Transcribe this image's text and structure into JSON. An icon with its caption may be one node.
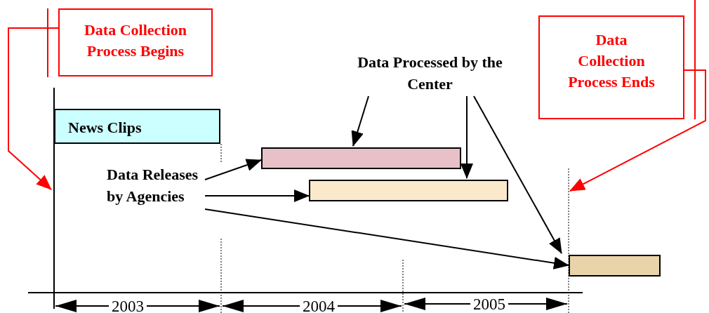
{
  "diagram": {
    "nodes": [
      {
        "text": [
          "Data Collection Process Begins"
        ]
      },
      {
        "text": [
          "Data Collection Process Ends"
        ]
      },
      {
        "text": [
          "News Clips"
        ]
      },
      {
        "text": [
          "Data Releases by Agencies"
        ]
      },
      {
        "text": [
          "Data Processed by the Center"
        ]
      },
      {
        "text": [],
        "shape": "bar"
      },
      {
        "text": [],
        "shape": "bar"
      },
      {
        "text": [],
        "shape": "bar"
      }
    ],
    "edges": [
      {
        "from": 0,
        "to": null,
        "arrow": "to",
        "color": "#ff0000"
      },
      {
        "from": 1,
        "to": null,
        "arrow": "to",
        "color": "#ff0000"
      },
      {
        "from": 3,
        "to": 5,
        "arrow": "to"
      },
      {
        "from": 3,
        "to": 6,
        "arrow": "to"
      },
      {
        "from": 3,
        "to": 7,
        "arrow": "to"
      },
      {
        "from": 4,
        "to": 5,
        "arrow": "to"
      },
      {
        "from": 4,
        "to": 6,
        "arrow": "to"
      },
      {
        "from": 4,
        "to": 7,
        "arrow": "to"
      }
    ],
    "labels": [
      "2003",
      "2004",
      "2005"
    ]
  }
}
